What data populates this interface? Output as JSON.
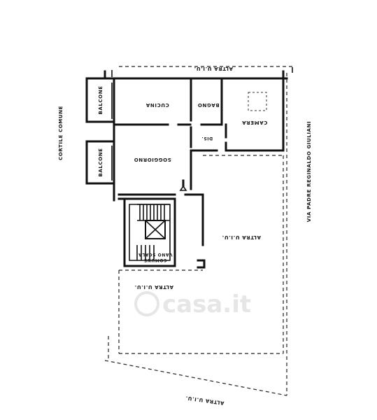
{
  "labels": {
    "altra_top": "ALTRA U.I.U.",
    "altra_bottom": "ALTRA U.I.U.",
    "altra_right_mid": "ALTRA U.I.U.",
    "altra_left_lower": "ALTRA U.I.U.",
    "cortile": "CORTILE COMUNE",
    "via": "VIA PADRE REGINALDO GIULIANI",
    "balcone_top": "BALCONE",
    "balcone_bottom": "BALCONE",
    "cucina": "CUCINA",
    "bagno": "BAGNO",
    "camera": "CAMERA",
    "dis": "DIS.",
    "soggiorno": "SOGGIORNO",
    "vano_scala_line1": "VANO SCALA",
    "vano_scala_line2": "COMUNE",
    "watermark": "casa.it"
  }
}
